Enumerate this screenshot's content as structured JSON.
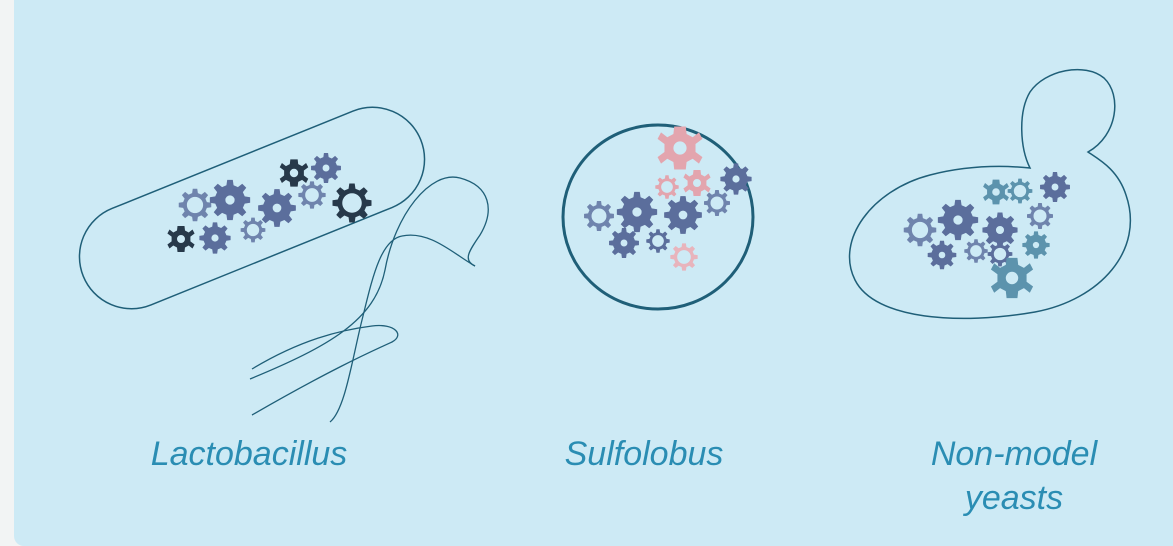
{
  "labels": {
    "lactobacillus": "Lactobacillus",
    "sulfolobus": "Sulfolobus",
    "yeast_line1": "Non-model",
    "yeast_line2": "yeasts"
  },
  "colors": {
    "background": "#cdeaf5",
    "outline": "#1f5f78",
    "label_text": "#2a8db3",
    "gear_main": "#5b6e9c",
    "gear_dark": "#27394a",
    "gear_teal": "#5c93ad",
    "gear_pink": "#e3a5ae"
  },
  "icons": [
    "gear-icon",
    "hollow-gear-icon"
  ]
}
